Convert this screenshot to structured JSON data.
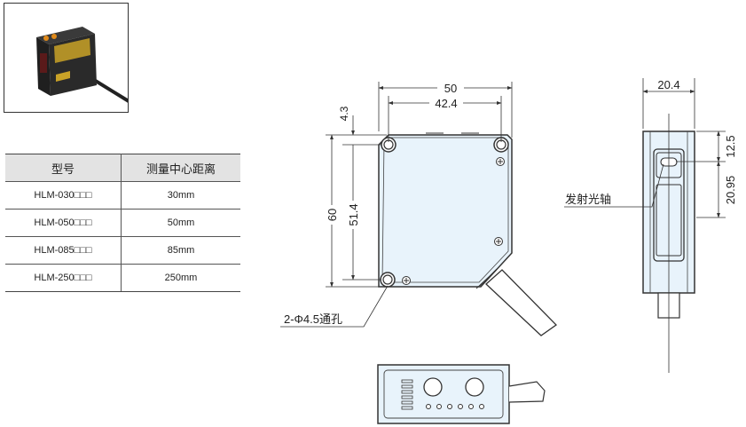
{
  "table": {
    "headers": [
      "型号",
      "测量中心距离"
    ],
    "rows": [
      {
        "model": "HLM-030□□□",
        "distance": "30mm"
      },
      {
        "model": "HLM-050□□□",
        "distance": "50mm"
      },
      {
        "model": "HLM-085□□□",
        "distance": "85mm"
      },
      {
        "model": "HLM-250□□□",
        "distance": "250mm"
      }
    ]
  },
  "front_view": {
    "dims": {
      "width_overall": "50",
      "width_holes": "42.4",
      "height_overall": "60",
      "height_holes": "51.4",
      "hole_offset": "4.3"
    },
    "hole_callout": "2-Φ4.5通孔"
  },
  "side_view": {
    "dims": {
      "width": "20.4",
      "top_offset": "12.5",
      "axis_offset": "20.95"
    },
    "axis_label": "发射光轴"
  },
  "colors": {
    "body_fill": "#e8f3fb",
    "line": "#333333",
    "product_body": "#2a2a2a",
    "label_gold": "#c9a227"
  }
}
